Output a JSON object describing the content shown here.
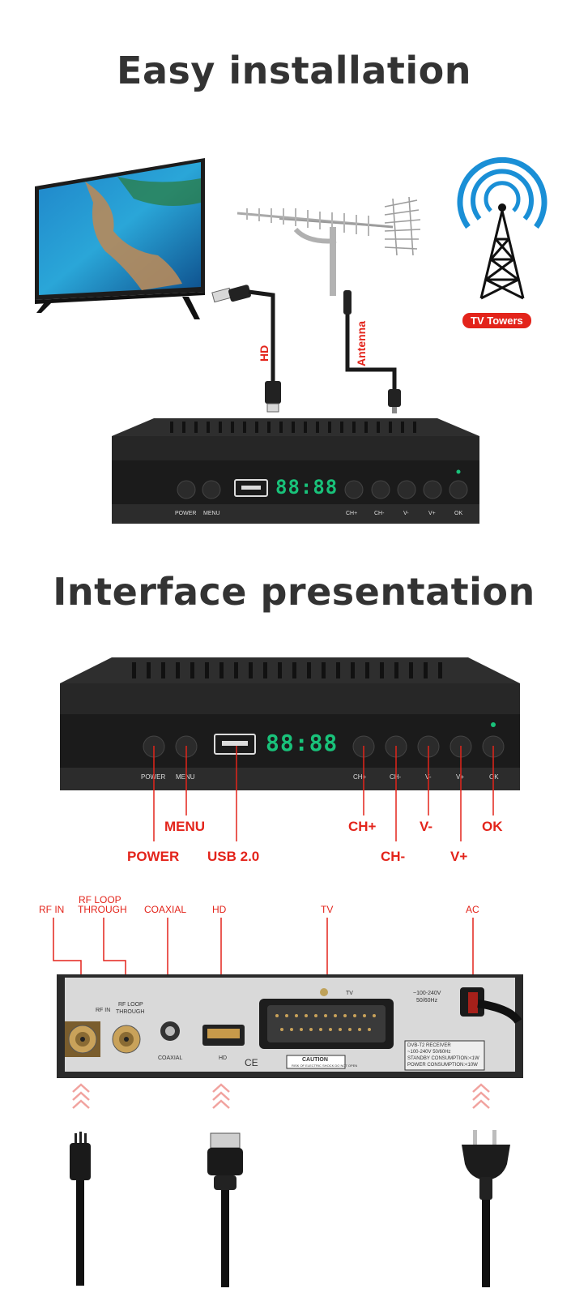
{
  "section1": {
    "title": "Easy installation"
  },
  "installation": {
    "hd_cable_label": "HD",
    "antenna_cable_label": "Antenna",
    "tower_badge": "TV Towers",
    "front_labels": {
      "power": "POWER",
      "menu": "MENU",
      "chp": "CH+",
      "chm": "CH-",
      "vm": "V-",
      "vp": "V+",
      "ok": "OK"
    },
    "display_digits": "88:88"
  },
  "section2": {
    "title": "Interface presentation"
  },
  "front_panel": {
    "small_labels": {
      "power": "POWER",
      "menu": "MENU",
      "chp": "CH+",
      "chm": "CH-",
      "vm": "V-",
      "vp": "V+",
      "ok": "OK"
    },
    "callouts": {
      "menu": "MENU",
      "power": "POWER",
      "usb": "USB 2.0",
      "chp": "CH+",
      "chm": "CH-",
      "vm": "V-",
      "vp": "V+",
      "ok": "OK"
    }
  },
  "rear_panel": {
    "callouts": {
      "rf_in": "RF IN",
      "rf_loop_line1": "RF LOOP",
      "rf_loop_line2": "THROUGH",
      "coaxial": "COAXIAL",
      "hd": "HD",
      "tv": "TV",
      "ac": "AC"
    },
    "printed": {
      "rf_in": "RF IN",
      "rf_loop_1": "RF LOOP",
      "rf_loop_2": "THROUGH",
      "coaxial": "COAXIAL",
      "hd": "HD",
      "tv": "TV",
      "voltage_1": "~100-240V",
      "voltage_2": "50/60Hz",
      "caution_title": "CAUTION",
      "caution_sub": "RISK OF ELECTRIC SHOCK DO NOT OPEN",
      "spec_1": "DVB-T2 RECEIVER",
      "spec_2": "~100-240V 50/60Hz",
      "spec_3": "STANDBY CONSUMPTION:<1W",
      "spec_4": "POWER CONSUMPTION:<10W",
      "ce_mark": "CE"
    }
  },
  "colors": {
    "accent_red": "#e3241b",
    "title_gray": "#333333",
    "display_green": "#19c27a",
    "tower_blue": "#1a8fd6"
  }
}
